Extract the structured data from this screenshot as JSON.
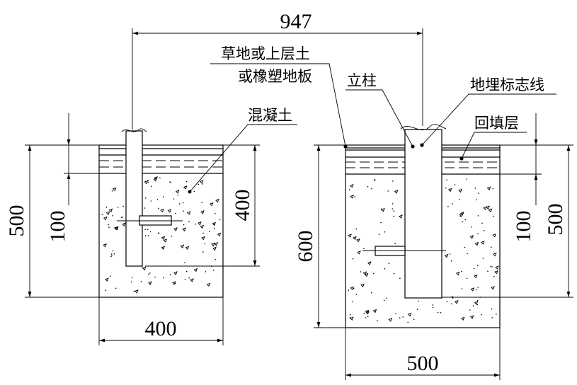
{
  "dimensions": {
    "overall_width": "947",
    "left_depth_total": "500",
    "left_top_layer": "100",
    "left_post_embed": "400",
    "left_width": "400",
    "right_depth_total": "600",
    "right_top_layer": "100",
    "right_fill_depth": "500",
    "right_width": "500"
  },
  "labels": {
    "grass_line1": "草地或上层土",
    "grass_line2": "或橡塑地板",
    "concrete": "混凝土",
    "post": "立柱",
    "buried_marker": "地埋标志线",
    "backfill": "回填层"
  }
}
